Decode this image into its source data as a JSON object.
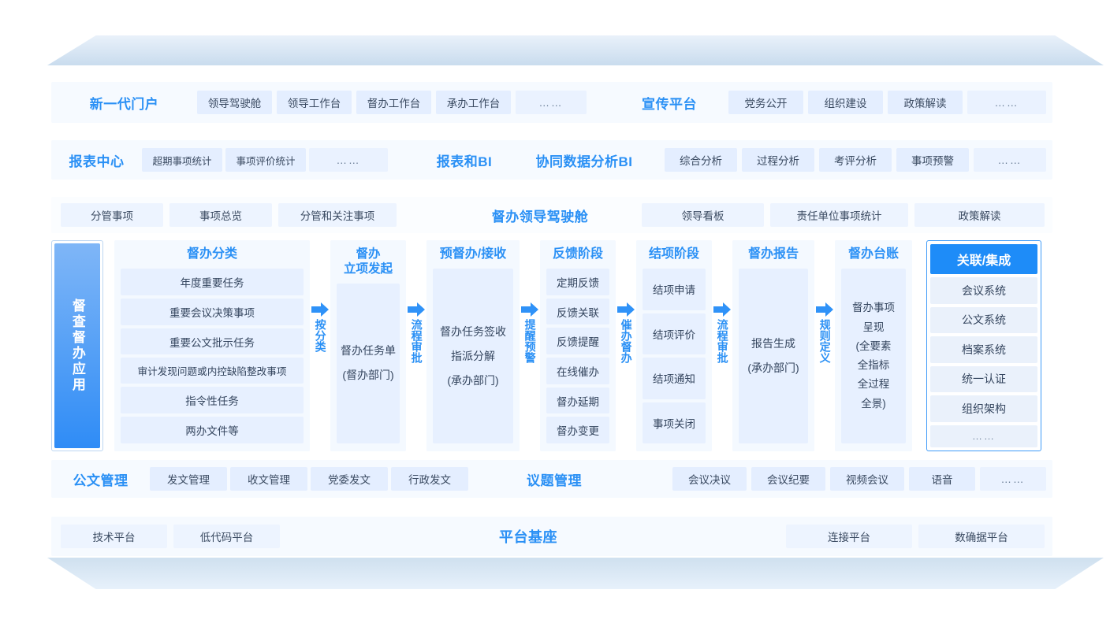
{
  "rows": {
    "portal": {
      "title_left": "新一代门户",
      "items_left": [
        "领导驾驶舱",
        "领导工作台",
        "督办工作台",
        "承办工作台",
        "……"
      ],
      "title_right": "宣传平台",
      "items_right": [
        "党务公开",
        "组织建设",
        "政策解读",
        "……"
      ]
    },
    "report": {
      "title_left": "报表中心",
      "items_left": [
        "超期事项统计",
        "事项评价统计",
        "……"
      ],
      "title_mid1": "报表和BI",
      "title_mid2": "协同数据分析BI",
      "items_right": [
        "综合分析",
        "过程分析",
        "考评分析",
        "事项预警",
        "……"
      ]
    },
    "cockpit": {
      "items_left": [
        "分管事项",
        "事项总览",
        "分管和关注事项"
      ],
      "title_center": "督办领导驾驶舱",
      "items_right": [
        "领导看板",
        "责任单位事项统计",
        "政策解读"
      ]
    },
    "doc": {
      "title_left": "公文管理",
      "items_left": [
        "发文管理",
        "收文管理",
        "党委发文",
        "行政发文"
      ],
      "title_right": "议题管理",
      "items_right": [
        "会议决议",
        "会议纪要",
        "视频会议",
        "语音",
        "……"
      ]
    },
    "platform": {
      "items_left": [
        "技术平台",
        "低代码平台"
      ],
      "title_center": "平台基座",
      "items_right": [
        "连接平台",
        "数确据平台"
      ]
    }
  },
  "core": {
    "side_label": "督查督办应用",
    "columns": [
      {
        "name": "classify",
        "head": "督办分类",
        "cells": [
          "年度重要任务",
          "重要会议决策事项",
          "重要公文批示任务",
          "审计发现问题或内控缺陷整改事项",
          "指令性任务",
          "两办文件等"
        ]
      },
      {
        "name": "initiate",
        "head": "督办\n立项发起",
        "block": [
          "督办任务单",
          "(督办部门)"
        ]
      },
      {
        "name": "presupervise",
        "head": "预督办/接收",
        "block": [
          "督办任务签收",
          "指派分解",
          "(承办部门)"
        ]
      },
      {
        "name": "feedback",
        "head": "反馈阶段",
        "cells": [
          "定期反馈",
          "反馈关联",
          "反馈提醒",
          "在线催办",
          "督办延期",
          "督办变更"
        ]
      },
      {
        "name": "closing",
        "head": "结项阶段",
        "cells": [
          "结项申请",
          "结项评价",
          "结项通知",
          "事项关闭"
        ]
      },
      {
        "name": "report",
        "head": "督办报告",
        "block": [
          "报告生成",
          "(承办部门)"
        ]
      },
      {
        "name": "ledger",
        "head": "督办台账",
        "block": [
          "督办事项",
          "呈现",
          "(全要素",
          "全指标",
          "全过程",
          "全景)"
        ]
      }
    ],
    "arrows": [
      "按分类",
      "流程审批",
      "提醒预警",
      "催办督办",
      "流程审批",
      "规则定义"
    ],
    "integration": {
      "head": "关联/集成",
      "items": [
        "会议系统",
        "公文系统",
        "档案系统",
        "统一认证",
        "组织架构",
        "……"
      ]
    }
  },
  "colors": {
    "accent": "#2a90f5",
    "accent_strong": "#1e8cf8",
    "chip_bg": "#e4eeff",
    "panel_bg": "#f4f9ff",
    "row_bg": "#f6faff",
    "text": "#34455e"
  }
}
